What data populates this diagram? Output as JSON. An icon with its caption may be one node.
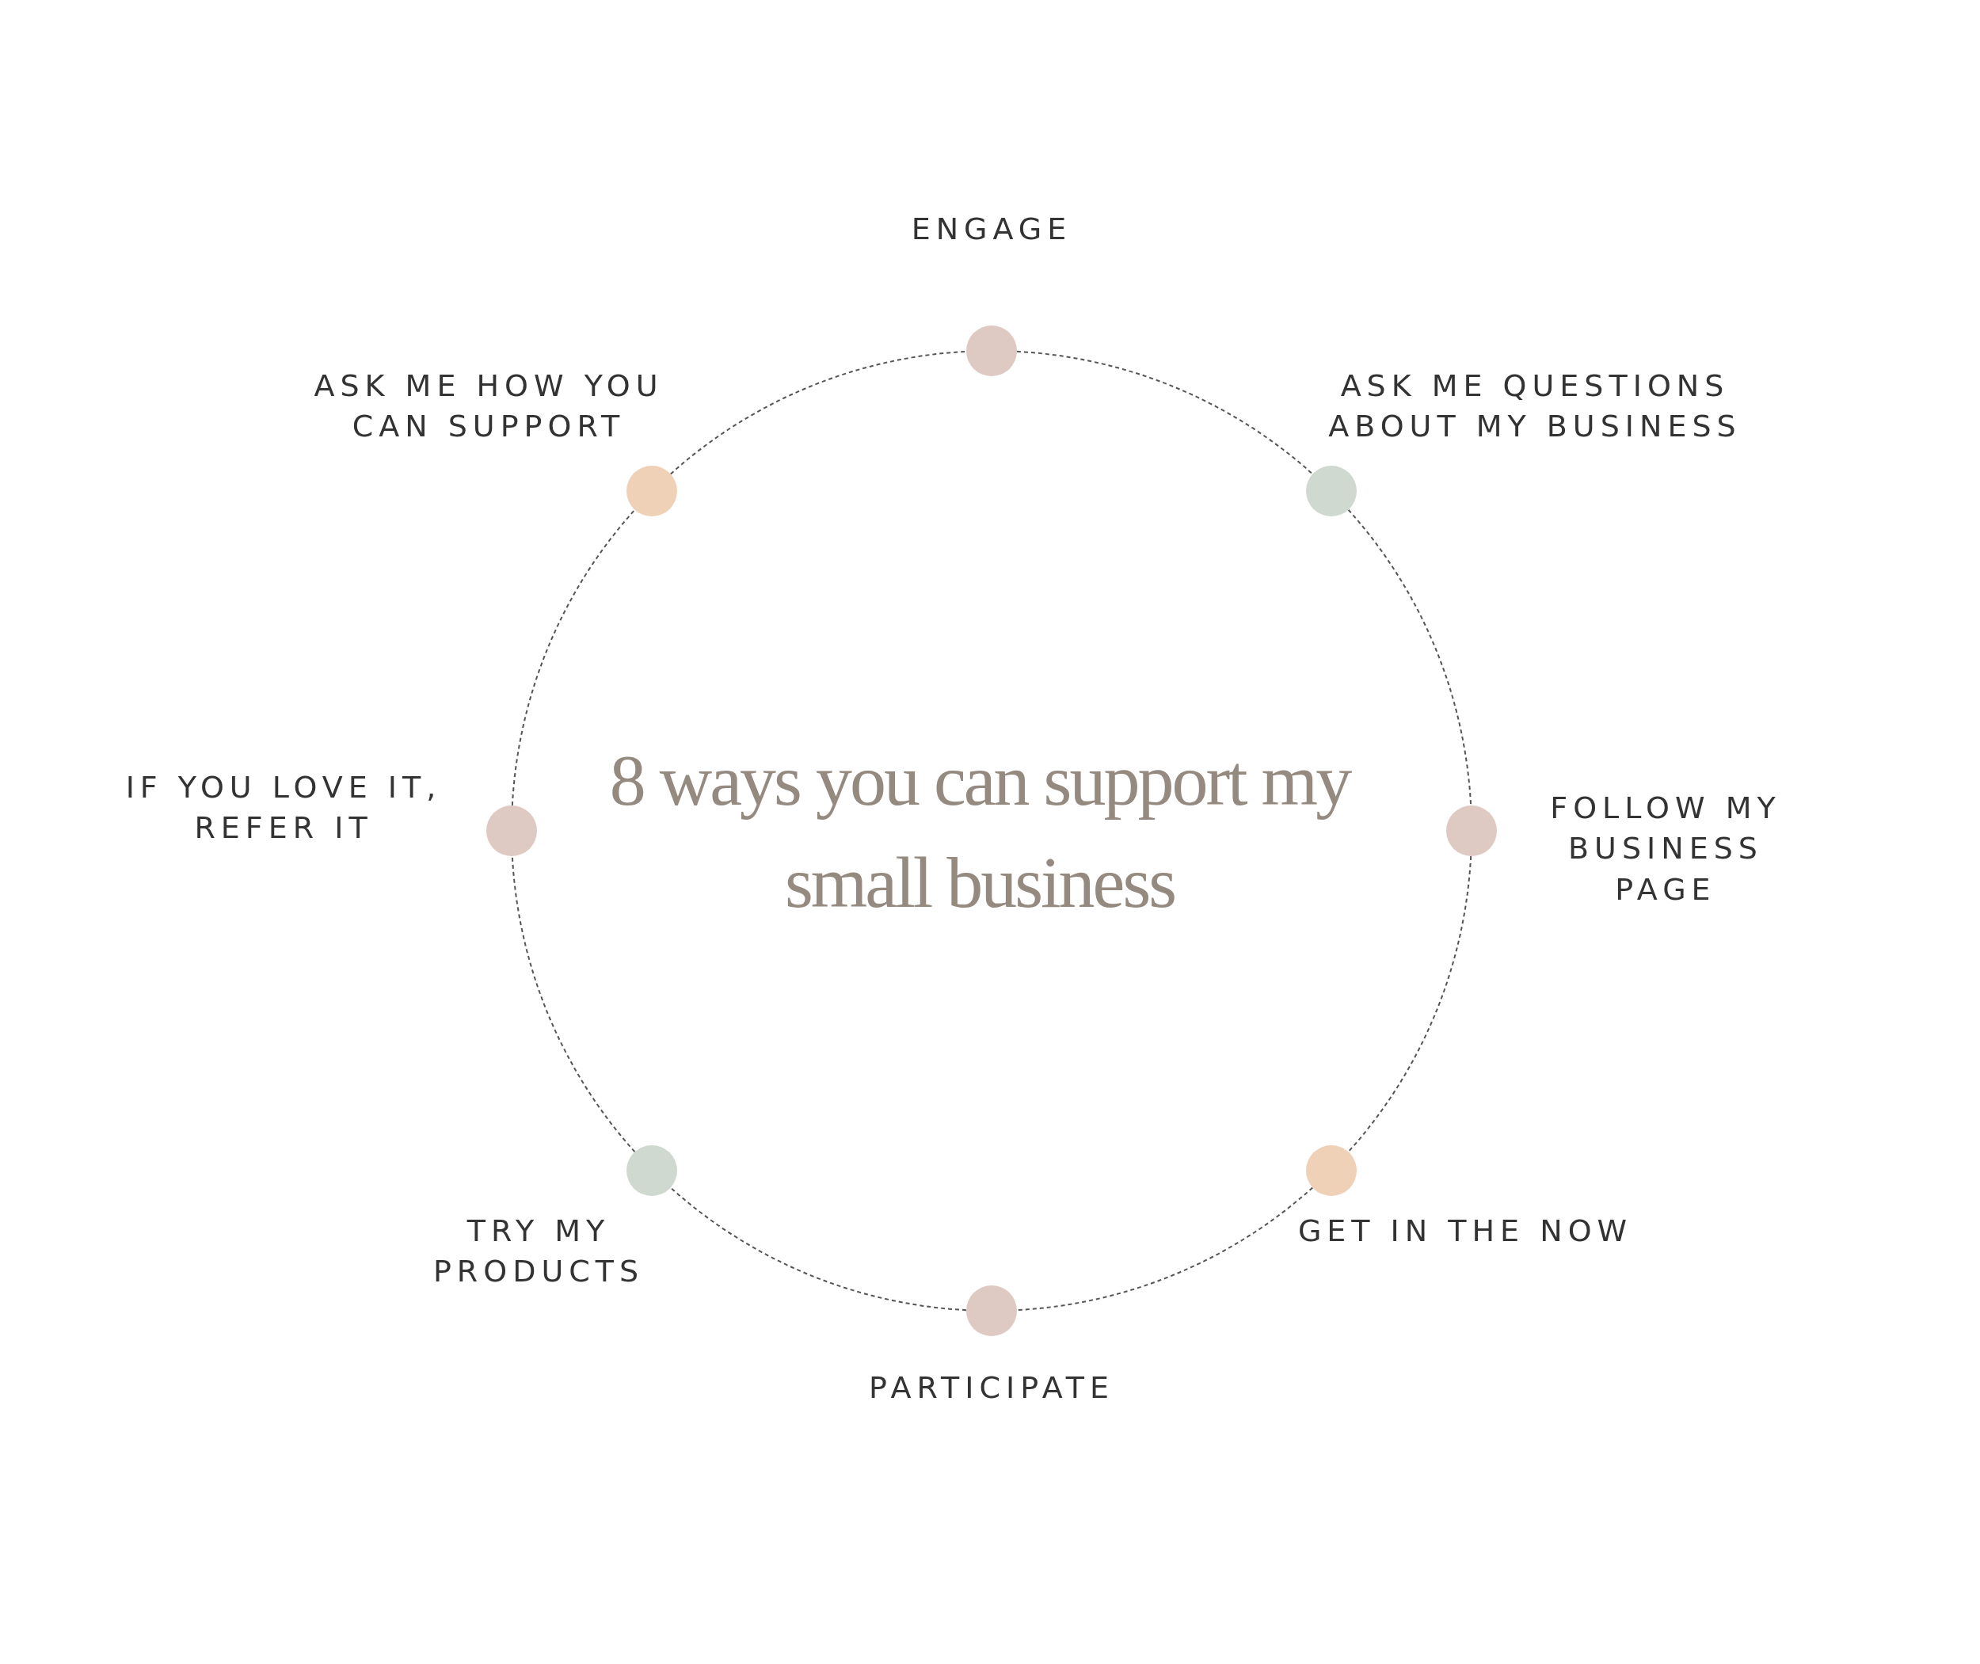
{
  "diagram": {
    "title": "8 ways you can support my small business",
    "nodes": [
      {
        "text": [],
        "shape": "circle",
        "beside": [
          "ENGAGE"
        ]
      },
      {
        "text": [],
        "shape": "circle",
        "beside": [
          "ASK ME QUESTIONS ABOUT MY BUSINESS"
        ]
      },
      {
        "text": [],
        "shape": "circle",
        "beside": [
          "FOLLOW MY BUSINESS PAGE"
        ]
      },
      {
        "text": [],
        "shape": "circle",
        "beside": [
          "GET IN THE NOW"
        ]
      },
      {
        "text": [],
        "shape": "circle",
        "beside": [
          "PARTICIPATE"
        ]
      },
      {
        "text": [],
        "shape": "circle",
        "beside": [
          "TRY MY PRODUCTS"
        ]
      },
      {
        "text": [],
        "shape": "circle",
        "beside": [
          "IF YOU LOVE IT, REFER IT"
        ]
      },
      {
        "text": [],
        "shape": "circle",
        "beside": [
          "ASK ME HOW YOU CAN SUPPORT"
        ]
      }
    ],
    "edges": [
      {
        "from": 0,
        "to": 1,
        "arrow": "none",
        "style": "dashed"
      },
      {
        "from": 1,
        "to": 2,
        "arrow": "none",
        "style": "dashed"
      },
      {
        "from": 2,
        "to": 3,
        "arrow": "none",
        "style": "dashed"
      },
      {
        "from": 3,
        "to": 4,
        "arrow": "none",
        "style": "dashed"
      },
      {
        "from": 4,
        "to": 5,
        "arrow": "none",
        "style": "dashed"
      },
      {
        "from": 5,
        "to": 6,
        "arrow": "none",
        "style": "dashed"
      },
      {
        "from": 6,
        "to": 7,
        "arrow": "none",
        "style": "dashed"
      },
      {
        "from": 7,
        "to": 0,
        "arrow": "none",
        "style": "dashed"
      }
    ]
  }
}
